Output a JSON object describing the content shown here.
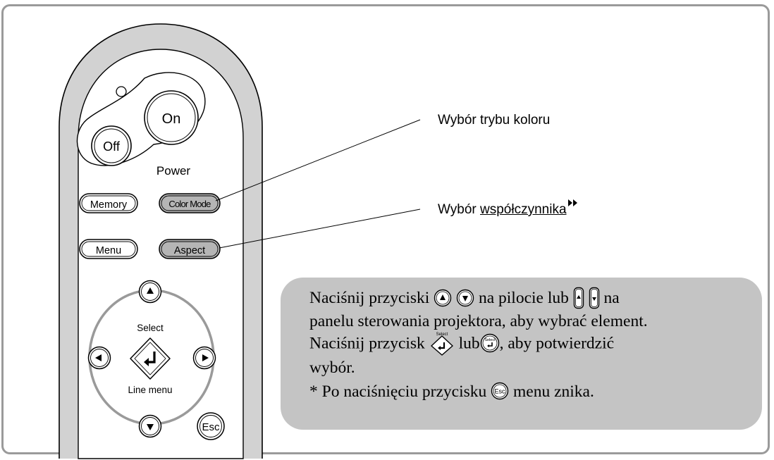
{
  "remote": {
    "power_on_label": "On",
    "power_off_label": "Off",
    "power_label": "Power",
    "memory_label": "Memory",
    "color_mode_label": "Color Mode",
    "menu_label": "Menu",
    "aspect_label": "Aspect",
    "select_label": "Select",
    "line_menu_label": "Line menu",
    "esc_label": "Esc"
  },
  "callouts": {
    "color_mode": "Wybór trybu koloru",
    "aspect_prefix": "Wybór ",
    "aspect_link": "współczynnika"
  },
  "info": {
    "l1_a": "Naciśnij przyciski",
    "l1_b": "na pilocie lub",
    "l1_c": "na",
    "l2": "panelu sterowania projektora, aby wybrać element.",
    "l3_a": "Naciśnij przycisk",
    "l3_b": "lub",
    "l3_c": ", aby potwierdzić",
    "l4": "wybór.",
    "l5_a": "* Po naciśnięciu przycisku",
    "l5_b": "menu znika.",
    "icon_select_text": "Select",
    "icon_esc_text": "Esc"
  },
  "colors": {
    "highlight_button": "#b5b5b5",
    "remote_body": "#d2d2d2",
    "info_bg": "#c4c4c4",
    "frame_border": "#9a9a9a"
  },
  "icons": [
    "up-arrow-icon",
    "down-arrow-icon",
    "left-arrow-icon",
    "right-arrow-icon",
    "enter-icon",
    "double-arrow-icon"
  ]
}
